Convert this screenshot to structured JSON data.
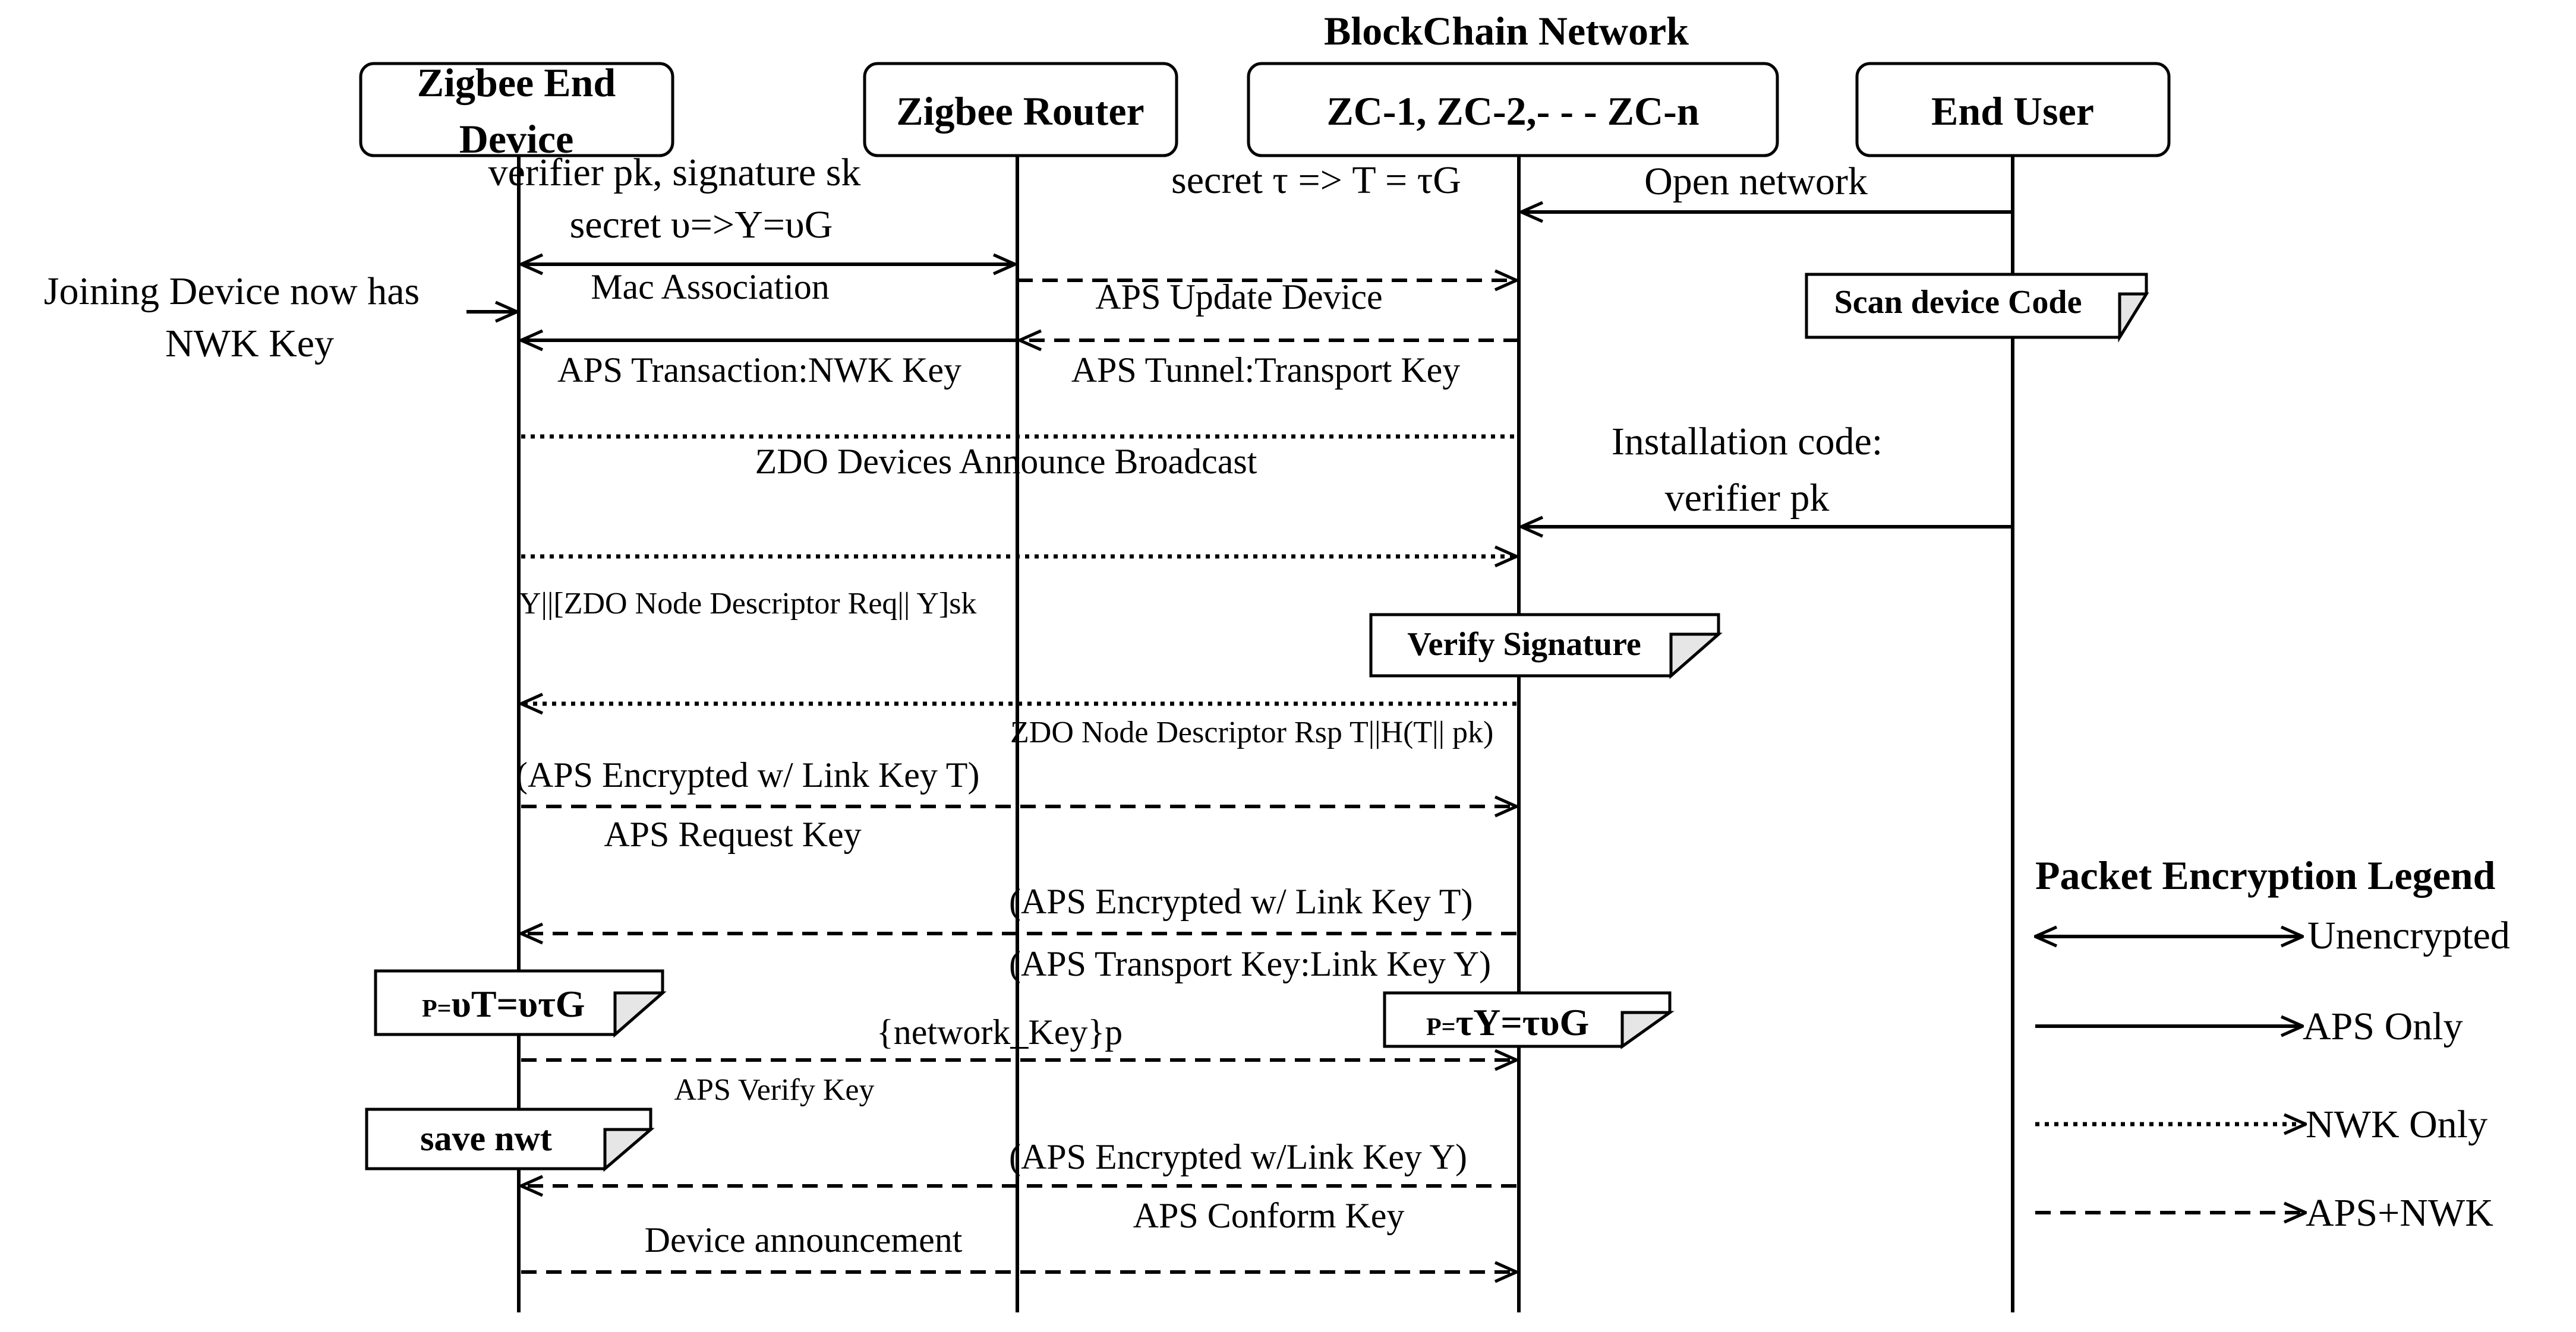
{
  "network_title": "BlockChain Network",
  "participants": {
    "end_device": {
      "line1": "Zigbee End",
      "line2": "Device"
    },
    "router": "Zigbee Router",
    "coordinators": "ZC-1, ZC-2,- - - ZC-n",
    "end_user": "End User"
  },
  "side_note": {
    "line1": "Joining Device now has",
    "line2": "NWK Key"
  },
  "secrets": {
    "device_line1": "verifier pk, signature sk",
    "device_line2": "secret υ=>Y=υG",
    "coordinator": "secret τ => T = τG"
  },
  "messages": {
    "open_network": "Open network",
    "mac_association": "Mac Association",
    "aps_update_device": "APS Update Device",
    "aps_transaction": "APS Transaction:NWK Key",
    "aps_tunnel": "APS Tunnel:Transport Key",
    "zdo_announce": "ZDO Devices Announce Broadcast",
    "install_line1": "Installation code:",
    "install_line2": "verifier pk",
    "node_desc_req": "Y||[ZDO Node Descriptor Req|| Y]sk",
    "node_desc_rsp": "ZDO Node Descriptor Rsp T||H(T|| pk)",
    "aps_enc_t_1": "(APS Encrypted w/ Link Key T)",
    "aps_request_key": "APS Request Key",
    "aps_enc_t_2": "(APS Encrypted w/ Link Key T)",
    "aps_transport_key_y": "(APS Transport Key:Link Key Y)",
    "network_key": "{network_Key}p",
    "aps_verify_key": "APS Verify Key",
    "aps_enc_y": "(APS Encrypted w/Link Key Y)",
    "aps_conform_key": "APS Conform Key",
    "device_announcement": "Device announcement"
  },
  "notes": {
    "scan_code": "Scan device Code",
    "verify_signature": "Verify Signature",
    "device_p_small": "P=",
    "device_p_main": "υT=υτG",
    "coord_p_small": "P=",
    "coord_p_main": "τY=τυG",
    "save_nwt": "save nwt"
  },
  "legend": {
    "title": "Packet Encryption Legend",
    "unencrypted": "Unencrypted",
    "aps_only": "APS Only",
    "nwk_only": "NWK Only",
    "aps_nwk": "APS+NWK"
  }
}
